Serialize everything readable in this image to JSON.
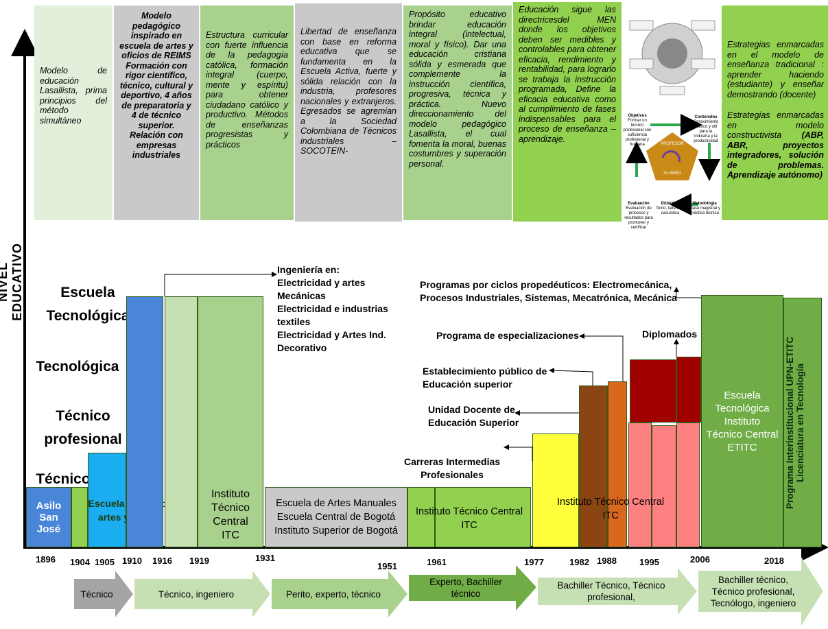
{
  "y_axis_label": "NIVEL EDUCATIVO",
  "levels": {
    "escuela": [
      "Escuela",
      "Tecnológica"
    ],
    "tecnologica": "Tecnológica",
    "tecnico_profesional": [
      "Técnico",
      "profesional"
    ],
    "tecnico": "Técnico"
  },
  "notes": [
    "Modelo de educación Lasallista, prima principios del método simultáneo",
    "Modelo pedagógico inspirado en escuela de artes y oficios de REIMS Formación con rigor científico, técnico, cultural y deportivo, 4 años de preparatoria y 4 de técnico superior. Relación con empresas industriales",
    "Estructura curricular con fuerte influencia de la pedagogía católica, formación integral (cuerpo, mente y espíritu) para obtener ciudadano católico y productivo. Métodos de enseñanzas progresistas y prácticos",
    "Libertad de enseñanza con base en reforma educativa que se fundamenta en la Escuela Activa, fuerte y sólida relación con la industria, profesores nacionales y extranjeros. Egresados se agremian a la Sociedad Colombiana de Técnicos industriales –SOCOTEIN-",
    "Propósito educativo brindar educación integral (intelectual, moral y físico). Dar una educación cristiana sólida y esmerada que complemente la instrucción científica, progresiva, técnica y práctica. Nuevo direccionamiento del modelo pedagógico Lasallista, el cual fomenta la moral, buenas costumbres y superación personal.",
    "Educación sigue las directricesdel MEN donde los objetivos deben ser medibles y controlables para obtener eficacia, rendimiento y rentabilidad, para lograrlo se trabaja la instrucción programada, Define la eficacia educativa como al cumplimiento de fases indispensables para el proceso de enseñanza – aprendizaje."
  ],
  "strategies": {
    "traditional": "Estrategias enmarcadas en el modelo de enseñanza tradicional : aprender haciendo (estudiante) y enseñar demostrando (docente)",
    "constructivist_intro": "Estrategias enmarcadas en modelo constructivista ",
    "constructivist_bold": "(ABP, ABR, proyectos integradores, solución de problemas. Aprendizaje autónomo)"
  },
  "figure_small": {
    "objetivos": "Objetivos",
    "objetivos_text": "Formar un técnico profesional con suficiencia profesional y humana",
    "contenidos": "Contenidos",
    "contenidos_text": "Conocimiento clásico y útil para la industria y la productividad",
    "profesor": "PROFESOR",
    "alumno": "ALUMNO",
    "evaluacion": "Evaluación",
    "evaluacion_text": "Evaluación de procesos y resultados para promover y certificar",
    "didactica": "Didáctica",
    "didactica_text": "Texto, talleres y casuística",
    "metodologia": "Metodología",
    "metodologia_text": "Clase magistral y práctica técnica"
  },
  "bars": {
    "asilo": [
      "Asilo",
      "San",
      "José"
    ],
    "escuela_central": [
      "Escuela central de",
      "artes y oficios"
    ],
    "itc_1919": [
      "Instituto",
      "Técnico",
      "Central",
      "ITC"
    ],
    "escuela_artes": [
      "Escuela de Artes Manuales",
      "Escuela  Central de Bogotá",
      "Instituto  Superior de Bogotá"
    ],
    "itc_1961": [
      "Instituto  Técnico  Central",
      "ITC"
    ],
    "itc_1982": [
      "Instituto  Técnico  Central",
      "ITC"
    ],
    "escuela_2006": [
      "Escuela",
      "Tecnológica",
      "Instituto",
      "Técnico Central",
      "ETITC"
    ],
    "programa_2018": [
      "Programa Interinstitucional UPN-ETITC",
      "Licenciatura en Tecnología"
    ]
  },
  "annotations": {
    "ingenieria": [
      "Ingeniería en:",
      "Electricidad   y   artes",
      "Mecánicas",
      "Electricidad e industrias",
      "textiles",
      "Electricidad y Artes Ind.",
      "Decorativo"
    ],
    "ciclos": [
      "Programas por ciclos propedéuticos: Electromecánica,",
      "Procesos Industriales, Sistemas, Mecatrónica, Mecánica"
    ],
    "especializaciones": "Programa de especializaciones",
    "diplomados": "Diplomados",
    "establecimiento": [
      "Establecimiento público de",
      "Educación superior"
    ],
    "unidad": [
      "Unidad Docente de",
      "Educación Superior"
    ],
    "carreras": [
      "Carreras Intermedias",
      "Profesionales"
    ]
  },
  "years": [
    "1896",
    "1904",
    "1905",
    "1910",
    "1916",
    "1919",
    "1931",
    "1951",
    "1961",
    "1977",
    "1982",
    "1988",
    "1995",
    "2006",
    "2018"
  ],
  "titles": [
    "Técnico",
    "Técnico,  ingeniero",
    "Perito, experto, técnico",
    [
      "Experto, Bachiller",
      "técnico"
    ],
    [
      "Bachiller Técnico, Técnico",
      "profesional,"
    ],
    [
      "Bachiller técnico,",
      "Técnico profesional,",
      "Tecnólogo, ingeniero"
    ]
  ],
  "colors": {
    "blue": "#4a86d8",
    "cyan": "#1aaef0",
    "light_green": "#92d050",
    "pale_green": "#c6e0b4",
    "mid_green": "#a9d18e",
    "dark_green": "#70ad47",
    "grey": "#c9c9c9",
    "yellow": "#ffff3c",
    "brown": "#8b4513",
    "orange": "#d9681f",
    "pink": "#ff8080",
    "dark_red": "#a00000"
  }
}
